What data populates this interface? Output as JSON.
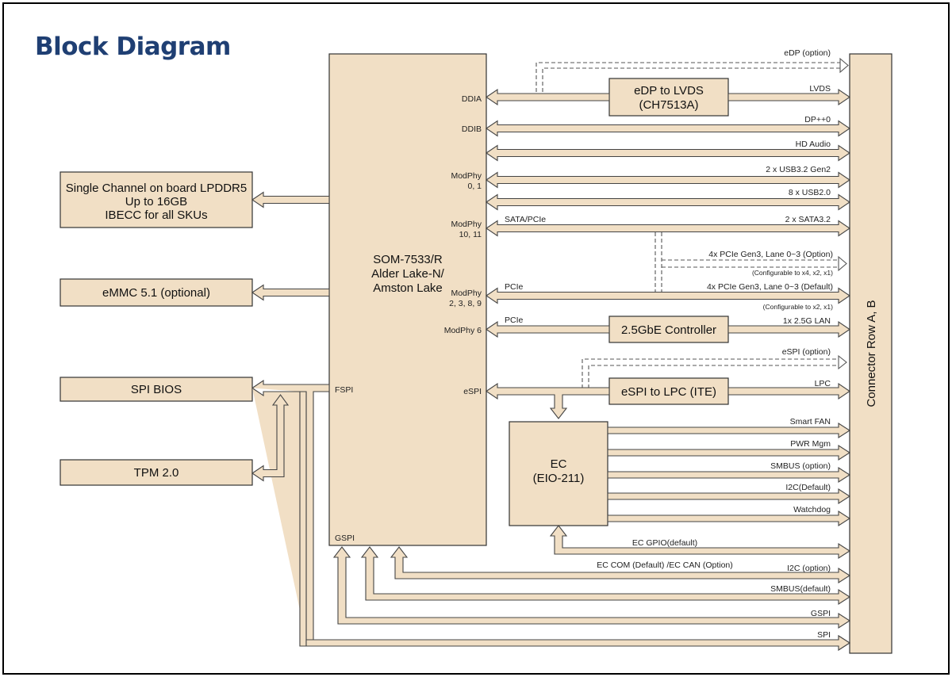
{
  "title": "Block Diagram",
  "blocks": {
    "som": [
      "SOM-7533/R",
      "Alder Lake-N/",
      "Amston Lake"
    ],
    "lpddr5": [
      "Single Channel on board LPDDR5",
      "Up to 16GB",
      "IBECC for all SKUs"
    ],
    "emmc": "eMMC 5.1 (optional)",
    "spi_bios": "SPI BIOS",
    "tpm": "TPM 2.0",
    "edp_lvds": [
      "eDP to LVDS",
      "(CH7513A)"
    ],
    "gbe": "2.5GbE Controller",
    "espi_lpc": "eSPI to LPC (ITE)",
    "ec": [
      "EC",
      "(EIO-211)"
    ],
    "connector": "Connector Row A, B"
  },
  "ports": {
    "ddia": "DDIA",
    "ddib": "DDIB",
    "modphy01": [
      "ModPhy",
      "0, 1"
    ],
    "modphy1011": [
      "ModPhy",
      "10, 11"
    ],
    "modphy2389": [
      "ModPhy",
      "2, 3, 8, 9"
    ],
    "modphy6": "ModPhy 6",
    "espi": "eSPI",
    "fspi": "FSPI",
    "gspi": "GSPI"
  },
  "signals": {
    "edp_option": "eDP (option)",
    "lvds": "LVDS",
    "dp": "DP++0",
    "hd_audio": "HD Audio",
    "usb32": "2 x USB3.2 Gen2",
    "usb20": "8 x USB2.0",
    "sata_pcie": "SATA/PCIe",
    "sata32": "2 x SATA3.2",
    "pcie_option": "4x PCIe Gen3, Lane 0~3 (Option)",
    "pcie_option_cfg": "(Configurable to x4, x2, x1)",
    "pcie": "PCIe",
    "pcie_default": "4x PCIe Gen3, Lane 0~3 (Default)",
    "pcie_default_cfg": "(Configurable to x2, x1)",
    "pcie_lan": "PCIe",
    "lan": "1x 2.5G LAN",
    "espi_option": "eSPI (option)",
    "lpc": "LPC",
    "smart_fan": "Smart FAN",
    "pwr_mgm": "PWR Mgm",
    "smbus_option": "SMBUS (option)",
    "i2c_default": "I2C(Default)",
    "watchdog": "Watchdog",
    "ec_gpio": "EC GPIO(default)",
    "ec_com": "EC COM (Default) /EC CAN (Option)",
    "i2c_option": "I2C (option)",
    "smbus_default": "SMBUS(default)",
    "gspi": "GSPI",
    "spi": "SPI"
  },
  "colors": {
    "fill": "#f1dfc5",
    "title": "#1f3f73"
  }
}
